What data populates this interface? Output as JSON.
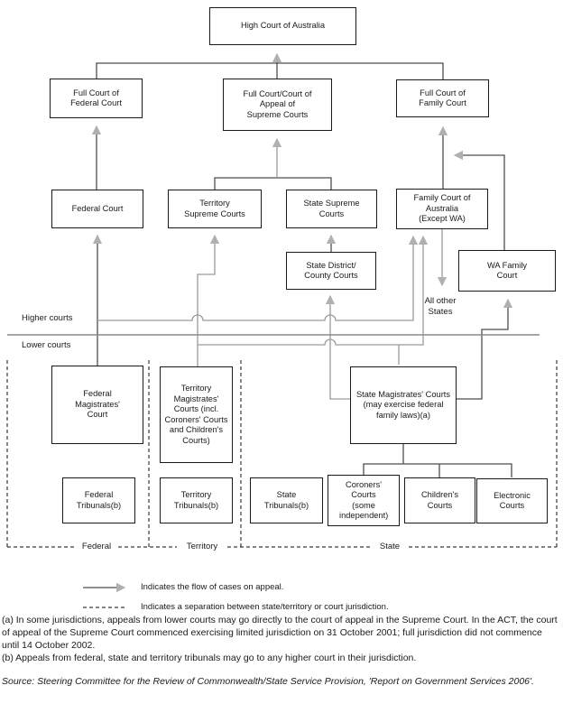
{
  "figure": {
    "description": "Court system hierarchy diagram, appeals flow",
    "colors": {
      "box_border": "#1a1a1a",
      "line_dark": "#4d4d4d",
      "line_gray": "#9a9a9a",
      "divider_gray": "#8c8c8c",
      "arrowhead": "#b0b0b0",
      "text": "#1a1a1a"
    }
  },
  "boxes": {
    "high_court": "High Court of Australia",
    "full_federal": "Full Court of Federal Court",
    "full_appeal": "Full Court/Court of Appeal of Supreme Courts",
    "full_family": "Full Court of Family Court",
    "federal_court": "Federal Court",
    "territory_supreme": "Territory Supreme Courts",
    "state_supreme": "State Supreme Courts",
    "family_court": "Family Court of Australia (Except WA)",
    "state_district": "State District/ County Courts",
    "wa_family": "WA Family Court",
    "federal_magistrates": "Federal Magistrates' Court",
    "territory_magistrates": "Territory Magistrates' Courts (incl. Coroners' Courts and Children's Courts)",
    "state_magistrates": "State Magistrates' Courts (may exercise federal family laws)(a)",
    "federal_tribunals": "Federal Tribunals(b)",
    "territory_tribunals": "Territory Tribunals(b)",
    "state_tribunals": "State Tribunals(b)",
    "coroners": "Coroners' Courts (some independent)",
    "childrens": "Children's Courts",
    "electronic": "Electronic Courts"
  },
  "labels": {
    "higher_courts": "Higher courts",
    "lower_courts": "Lower courts",
    "all_other_states": "All other States",
    "federal": "Federal",
    "territory": "Territory",
    "state": "State"
  },
  "legend": {
    "flow": "Indicates the flow of cases on appeal.",
    "separation": "Indicates a separation between state/territory or court jurisdiction."
  },
  "footnotes": {
    "a": "(a) In some jurisdictions, appeals from lower courts may go directly to the court of appeal in the Supreme Court. In the ACT, the court of appeal of the Supreme Court commenced exercising limited jurisdiction on 31 October 2001; full jurisdiction did not commence until 14 October 2002.",
    "b": "(b) Appeals from federal, state and territory tribunals may go to any higher court in their jurisdiction.",
    "source": "Source: Steering Committee for the Review of Commonwealth/State Service Provision, 'Report on Government Services 2006'."
  }
}
